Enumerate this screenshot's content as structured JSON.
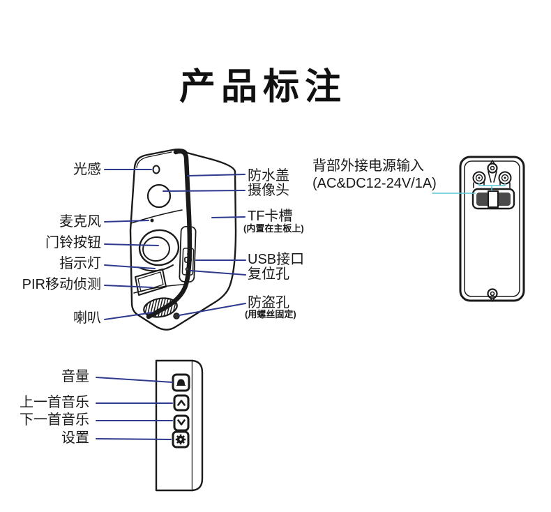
{
  "page": {
    "title": "产品标注"
  },
  "colors": {
    "outline": "#1a1a1a",
    "leader_line": "#2e3a8e",
    "cyan_line": "#5bc6d2",
    "connector_fill": "#4a4a4a"
  },
  "front_view": {
    "left_labels": [
      {
        "text": "光感"
      },
      {
        "text": "麦克风"
      },
      {
        "text": "门铃按钮"
      },
      {
        "text": "指示灯"
      },
      {
        "text": "PIR移动侦测"
      },
      {
        "text": "喇叭"
      }
    ],
    "right_labels": [
      {
        "text": "防水盖"
      },
      {
        "text": "摄像头"
      },
      {
        "text": "TF卡槽",
        "sub": "(内置在主板上)"
      },
      {
        "text": "USB接口"
      },
      {
        "text": "复位孔"
      },
      {
        "text": "防盗孔",
        "sub": "(用螺丝固定)"
      }
    ]
  },
  "back_view": {
    "label_line1": "背部外接电源输入",
    "label_line2": "(AC&DC12-24V/1A)"
  },
  "side_view": {
    "labels": [
      {
        "text": "音量"
      },
      {
        "text": "上一首音乐"
      },
      {
        "text": "下一首音乐"
      },
      {
        "text": "设置"
      }
    ]
  }
}
